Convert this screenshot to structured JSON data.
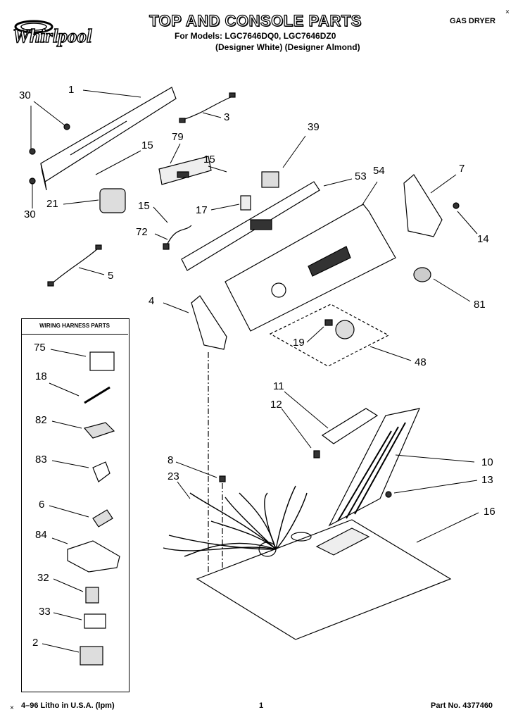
{
  "header": {
    "title": "TOP AND CONSOLE PARTS",
    "models_line": "For Models: LGC7646DQ0, LGC7646DZ0",
    "variants_line": "(Designer White) (Designer Almond)",
    "product_type": "GAS DRYER",
    "brand": "Whirlpool"
  },
  "callouts": {
    "c1": "1",
    "c3": "3",
    "c30a": "30",
    "c30b": "30",
    "c39": "39",
    "c79": "79",
    "c15a": "15",
    "c15b": "15",
    "c15c": "15",
    "c21": "21",
    "c17": "17",
    "c53": "53",
    "c54": "54",
    "c7": "7",
    "c14": "14",
    "c72": "72",
    "c5": "5",
    "c4": "4",
    "c81": "81",
    "c19": "19",
    "c48": "48",
    "c11": "11",
    "c12": "12",
    "c10": "10",
    "c8": "8",
    "c23": "23",
    "c13": "13",
    "c16": "16"
  },
  "wiring_harness": {
    "title": "WIRING HARNESS PARTS",
    "items": [
      "75",
      "18",
      "82",
      "83",
      "6",
      "84",
      "32",
      "33",
      "2"
    ]
  },
  "footer": {
    "left": "4–96 Litho in U.S.A. (lpm)",
    "page": "1",
    "part_no": "Part No. 4377460"
  }
}
